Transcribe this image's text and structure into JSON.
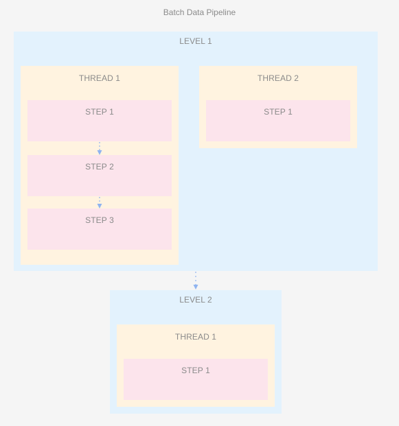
{
  "diagram": {
    "title": "Batch Data Pipeline",
    "level1": {
      "label": "LEVEL 1",
      "thread1": {
        "label": "THREAD 1",
        "steps": [
          "STEP 1",
          "STEP 2",
          "STEP 3"
        ]
      },
      "thread2": {
        "label": "THREAD 2",
        "steps": [
          "STEP 1"
        ]
      }
    },
    "level2": {
      "label": "LEVEL 2",
      "thread1": {
        "label": "THREAD 1",
        "steps": [
          "STEP 1"
        ]
      }
    }
  },
  "colors": {
    "background": "#f5f5f5",
    "level": "#e3f2fd",
    "thread": "#fff3e0",
    "step": "#fce4ec",
    "arrow": "#8fb4f0",
    "text": "#8a8a8a"
  }
}
